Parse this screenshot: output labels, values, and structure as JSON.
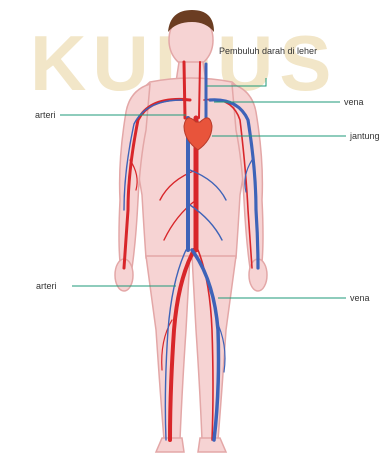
{
  "watermark": {
    "text": "KUDUS",
    "color": "#f2e6c8"
  },
  "labels": {
    "pembuluh_leher": "Pembuluh darah di leher",
    "arteri_top": "arteri",
    "vena_top": "vena",
    "jantung": "jantung",
    "arteri_bottom": "arteri",
    "vena_bottom": "vena"
  },
  "colors": {
    "skin": "#f6d3d3",
    "skin_outline": "#e3a7a7",
    "artery": "#d8262a",
    "vein": "#3e63b8",
    "heart": "#e8543b",
    "hair": "#6b3d22",
    "leader_line": "#1d9a79"
  }
}
